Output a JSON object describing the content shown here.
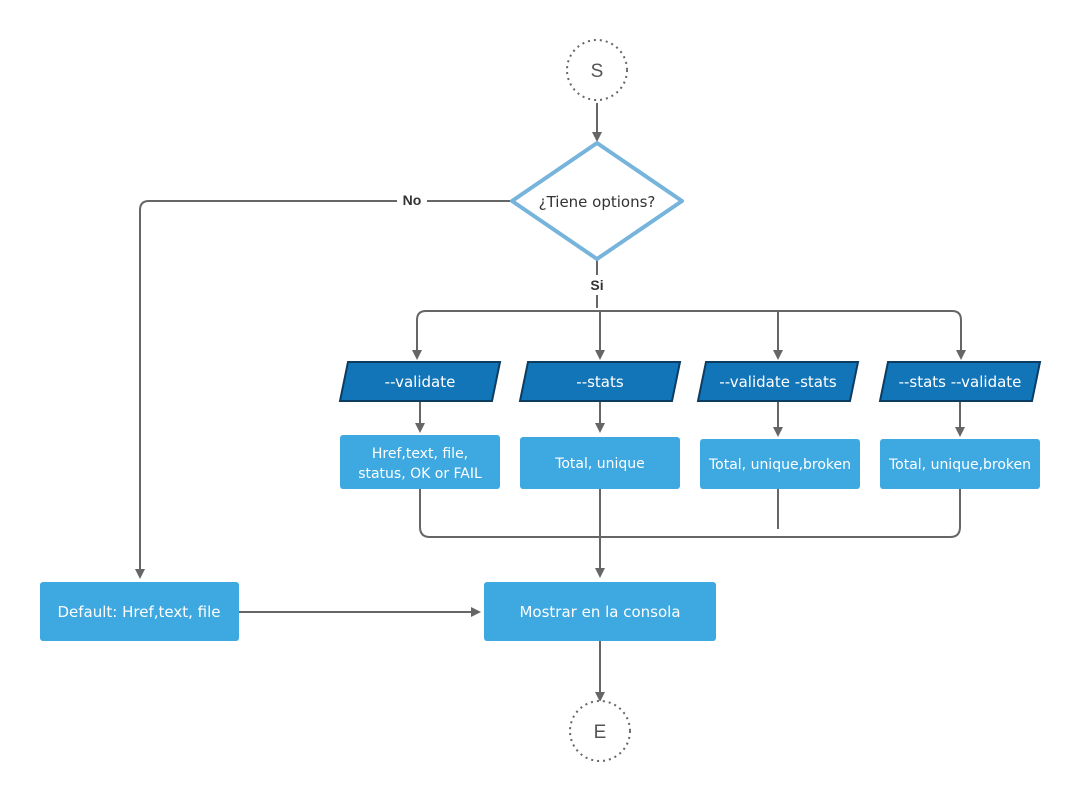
{
  "start": {
    "label": "S"
  },
  "end": {
    "label": "E"
  },
  "decision": {
    "label": "¿Tiene options?",
    "no_label": "No",
    "yes_label": "Si"
  },
  "options": [
    {
      "label": "--validate",
      "result": [
        "Href,text, file,",
        "status, OK or FAIL"
      ]
    },
    {
      "label": "--stats",
      "result": [
        "Total, unique"
      ]
    },
    {
      "label": "--validate -stats",
      "result": [
        "Total, unique,broken"
      ]
    },
    {
      "label": "--stats --validate",
      "result": [
        "Total, unique,broken"
      ]
    }
  ],
  "default_box": {
    "label": "Default: Href,text, file"
  },
  "output_box": {
    "label": "Mostrar en la consola"
  },
  "colors": {
    "parallelogram_fill": "#1275b8",
    "parallelogram_stroke": "#0d3c61",
    "box_fill": "#3ea8e0",
    "decision_stroke": "#76b4dc",
    "line": "#666666",
    "terminal_stroke": "#666666"
  }
}
